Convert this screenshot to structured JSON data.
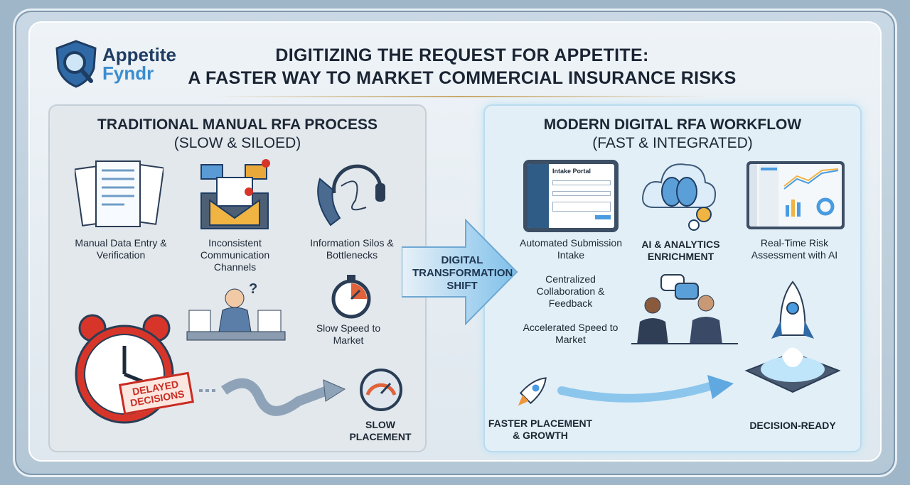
{
  "logo": {
    "line1": "Appetite",
    "line2": "Fyndr"
  },
  "title": {
    "line1": "DIGITIZING THE REQUEST FOR APPETITE:",
    "line2": "A FASTER WAY TO MARKET COMMERCIAL INSURANCE RISKS"
  },
  "traditional": {
    "heading": "TRADITIONAL MANUAL RFA PROCESS",
    "subheading": "(SLOW & SILOED)",
    "items": [
      {
        "label": "Manual Data Entry & Verification",
        "icon": "documents-icon"
      },
      {
        "label": "Inconsistent Communication Channels",
        "icon": "envelopes-icon"
      },
      {
        "label": "Information Silos & Bottlenecks",
        "icon": "phone-headset-icon"
      },
      {
        "label": "Slow Speed to Market",
        "icon": "stopwatch-icon"
      }
    ],
    "stamp": "DELAYED DECISIONS",
    "outcome": "SLOW PLACEMENT"
  },
  "shift": {
    "label": "DIGITAL TRANSFORMATION SHIFT"
  },
  "modern": {
    "heading": "MODERN DIGITAL RFA WORKFLOW",
    "subheading": "(FAST & INTEGRATED)",
    "portal_title": "Intake Portal",
    "items": [
      {
        "label": "Automated Submission Intake",
        "icon": "tablet-portal-icon"
      },
      {
        "label": "AI & ANALYTICS ENRICHMENT",
        "icon": "cloud-brain-icon"
      },
      {
        "label": "Real-Time Risk Assessment with AI",
        "icon": "dashboard-icon"
      },
      {
        "label": "Centralized Collaboration & Feedback"
      },
      {
        "label": "Accelerated Speed to Market"
      }
    ],
    "growth": "FASTER PLACEMENT & GROWTH",
    "outcome": "DECISION-READY"
  },
  "colors": {
    "accent": "#3a8dd0",
    "navy": "#1f3d63",
    "alert": "#d8352a"
  }
}
